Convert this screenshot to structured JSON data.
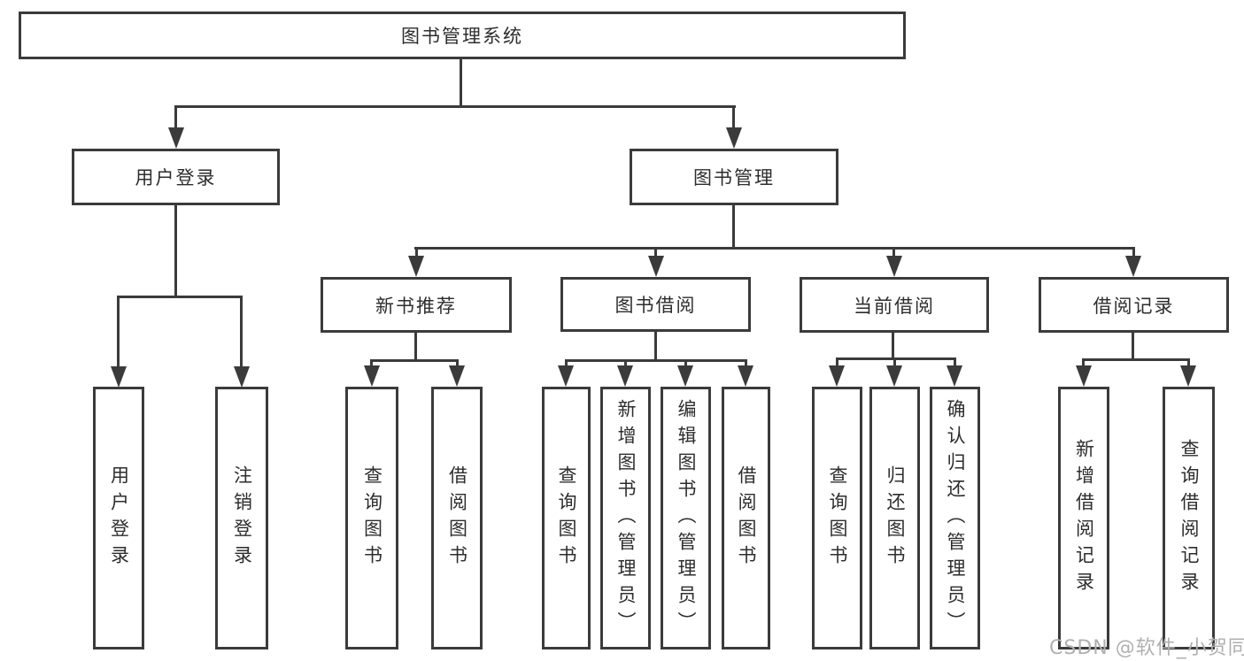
{
  "diagram": {
    "type": "hierarchy-tree",
    "colors": {
      "line": "#3b3b3b",
      "text": "#2d2d2d",
      "box_background": "#ffffff",
      "watermark": "#b0b0b0"
    },
    "tree": {
      "label": "图书管理系统",
      "children": [
        {
          "label": "用户登录",
          "children": [
            {
              "label": "用户登录"
            },
            {
              "label": "注销登录"
            }
          ]
        },
        {
          "label": "图书管理",
          "children": [
            {
              "label": "新书推荐",
              "children": [
                {
                  "label": "查询图书"
                },
                {
                  "label": "借阅图书"
                }
              ]
            },
            {
              "label": "图书借阅",
              "children": [
                {
                  "label": "查询图书"
                },
                {
                  "label": "新增图书︵管理员︶"
                },
                {
                  "label": "编辑图书︵管理员︶"
                },
                {
                  "label": "借阅图书"
                }
              ]
            },
            {
              "label": "当前借阅",
              "children": [
                {
                  "label": "查询图书"
                },
                {
                  "label": "归还图书"
                },
                {
                  "label": "确认归还︵管理员︶"
                }
              ]
            },
            {
              "label": "借阅记录",
              "children": [
                {
                  "label": "新增借阅记录"
                },
                {
                  "label": "查询借阅记录"
                }
              ]
            }
          ]
        }
      ]
    },
    "watermark": {
      "text": "CSDN @软件_小贺同学"
    }
  }
}
